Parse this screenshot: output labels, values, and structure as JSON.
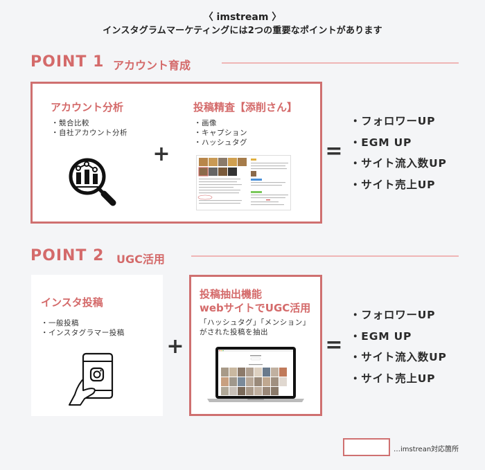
{
  "header": {
    "brand": "〈 imstream 〉",
    "subtitle": "インスタグラムマーケティングには2つの重要なポイントがあります"
  },
  "colors": {
    "accent": "#d46a6a",
    "box_border": "#cf7070",
    "rule_line": "#efb5b5",
    "background": "#f4f5f7",
    "text": "#2a2a2a"
  },
  "point1": {
    "label": "POINT 1",
    "title": "アカウント育成",
    "left_card": {
      "title": "アカウント分析",
      "bullets": [
        "・競合比較",
        "・自社アカウント分析"
      ],
      "icon": "magnifier-chart-icon"
    },
    "operator_plus": "+",
    "right_card": {
      "title": "投稿精査【添削さん】",
      "bullets": [
        "・画像",
        "・キャプション",
        "・ハッシュタグ"
      ],
      "image": "post-review-screenshot"
    },
    "operator_equals": "=",
    "results": [
      "・フォロワーUP",
      "・EGM UP",
      "・サイト流入数UP",
      "・サイト売上UP"
    ]
  },
  "point2": {
    "label": "POINT 2",
    "title": "UGC活用",
    "left_card": {
      "title": "インスタ投稿",
      "bullets": [
        "・一般投稿",
        "・インスタグラマー投稿"
      ],
      "icon": "hand-phone-instagram-icon"
    },
    "operator_plus": "+",
    "right_card": {
      "title_line1": "投稿抽出機能",
      "title_line2": "webサイトでUGC活用",
      "desc_line1": "「ハッシュタグ」「メンション」",
      "desc_line2": "がされた投稿を抽出",
      "image": "laptop-gallery-screenshot"
    },
    "operator_equals": "=",
    "results": [
      "・フォロワーUP",
      "・EGM UP",
      "・サイト流入数UP",
      "・サイト売上UP"
    ]
  },
  "legend": {
    "text": "…imstrean対応箇所"
  }
}
